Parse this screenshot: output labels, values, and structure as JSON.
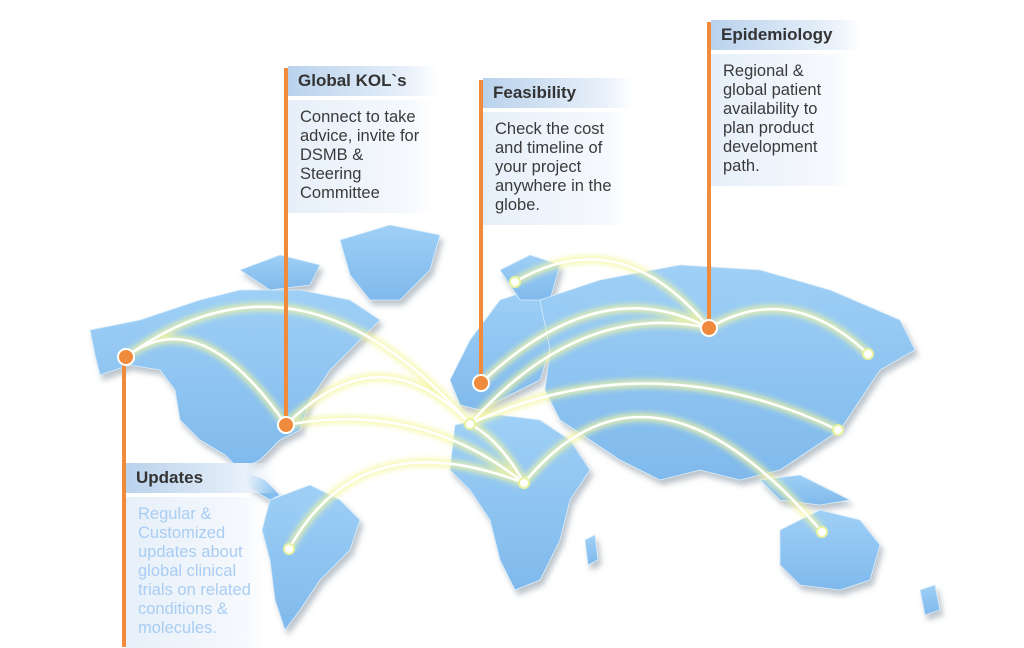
{
  "callouts": {
    "updates": {
      "title": "Updates",
      "body": "Regular & Customized updates about global clinical trials on related conditions & molecules."
    },
    "kol": {
      "title": "Global KOL`s",
      "body": "Connect to take advice, invite for DSMB & Steering Committee"
    },
    "feasibility": {
      "title": "Feasibility",
      "body": "Check the cost and timeline of your project anywhere in the globe."
    },
    "epidemiology": {
      "title": "Epidemiology",
      "body": "Regional & global patient availability to plan product development path."
    }
  },
  "colors": {
    "land": "#8ec5f2",
    "accent": "#f08a3c",
    "arc": "#f4f7a0"
  }
}
